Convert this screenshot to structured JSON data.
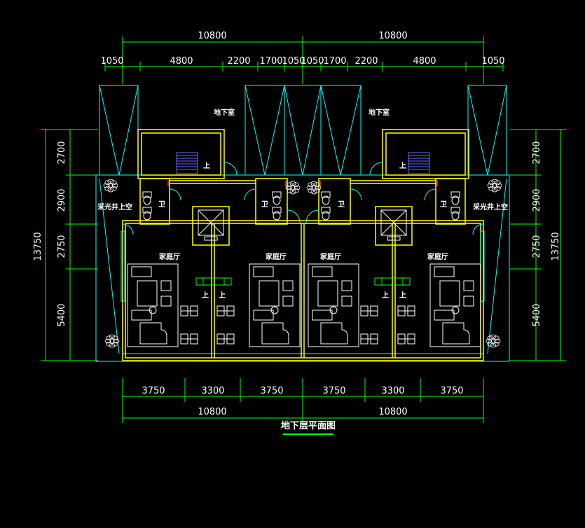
{
  "colors": {
    "background": "#000000",
    "dimension": "#00ff00",
    "wall_outline": "#00ffff",
    "wall_core": "#ffff00",
    "furniture": "#ffffff",
    "stair": "#6666ff",
    "accent_red": "#ff3333"
  },
  "title": "地下层平面图",
  "dimensions": {
    "top_overall": [
      "10800",
      "10800"
    ],
    "top_detail": [
      "1050",
      "4800",
      "2200",
      "1700",
      "1050",
      "1050",
      "1700",
      "2200",
      "4800",
      "1050"
    ],
    "bottom_detail": [
      "3750",
      "3300",
      "3750",
      "3750",
      "3300",
      "3750"
    ],
    "bottom_overall": [
      "10800",
      "10800"
    ],
    "left_detail": [
      "2700",
      "2900",
      "2750",
      "5400"
    ],
    "left_overall": "13750",
    "right_detail": [
      "2700",
      "2900",
      "2750",
      "5400"
    ],
    "right_overall": "13750"
  },
  "rooms": {
    "basement_left": "地下室",
    "basement_right": "地下室",
    "family_hall_1": "家庭厅",
    "family_hall_2": "家庭厅",
    "family_hall_3": "家庭厅",
    "family_hall_4": "家庭厅",
    "bath_1": "卫",
    "bath_2": "卫",
    "bath_3": "卫",
    "bath_4": "卫",
    "lightwell_left": "采光井上空",
    "lightwell_right": "采光井上空"
  },
  "stair_labels": {
    "up": "上"
  },
  "icons": [
    "elevator-icon",
    "stair-icon",
    "plant-icon",
    "sofa-set-icon",
    "piano-icon",
    "toilet-icon"
  ]
}
